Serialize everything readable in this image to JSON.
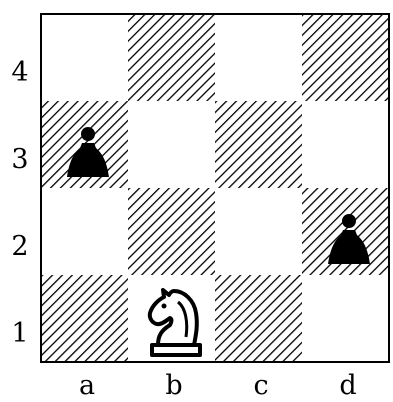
{
  "board": {
    "files": [
      "a",
      "b",
      "c",
      "d"
    ],
    "ranks": [
      "4",
      "3",
      "2",
      "1"
    ],
    "light_square_color": "#ffffff",
    "dark_square_pattern": "diagonal-hatch",
    "line_color": "#000000"
  },
  "pieces": [
    {
      "name": "black-pawn-a3-icon",
      "type": "pawn",
      "color": "black",
      "square": "a3"
    },
    {
      "name": "black-pawn-d2-icon",
      "type": "pawn",
      "color": "black",
      "square": "d2"
    },
    {
      "name": "white-knight-b1-icon",
      "type": "knight",
      "color": "white",
      "square": "b1"
    }
  ]
}
